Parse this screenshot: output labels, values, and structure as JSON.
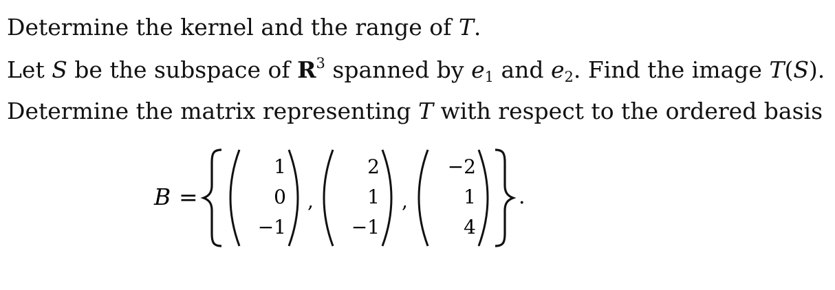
{
  "line1": {
    "a": "Determine the kernel and the range of ",
    "T": "T",
    "end": "."
  },
  "line2": {
    "a": "Let ",
    "S": "S",
    "b": " be the subspace of ",
    "R": "R",
    "R_exp": "3",
    "c": " spanned by ",
    "e": "e",
    "sub1": "1",
    "d": " and ",
    "sub2": "2",
    "f": ". Find the image ",
    "T": "T",
    "paren_open": "(",
    "paren_close": ").",
    "S2": "S"
  },
  "line3": {
    "a": "Determine the matrix representing ",
    "T": "T",
    "b": " with respect to the ordered basis"
  },
  "basis": {
    "label": "B",
    "equals": "=",
    "vectors": [
      [
        "1",
        "0",
        "−1"
      ],
      [
        "2",
        "1",
        "−1"
      ],
      [
        "−2",
        "1",
        "4"
      ]
    ],
    "sep": ",",
    "end": "."
  }
}
